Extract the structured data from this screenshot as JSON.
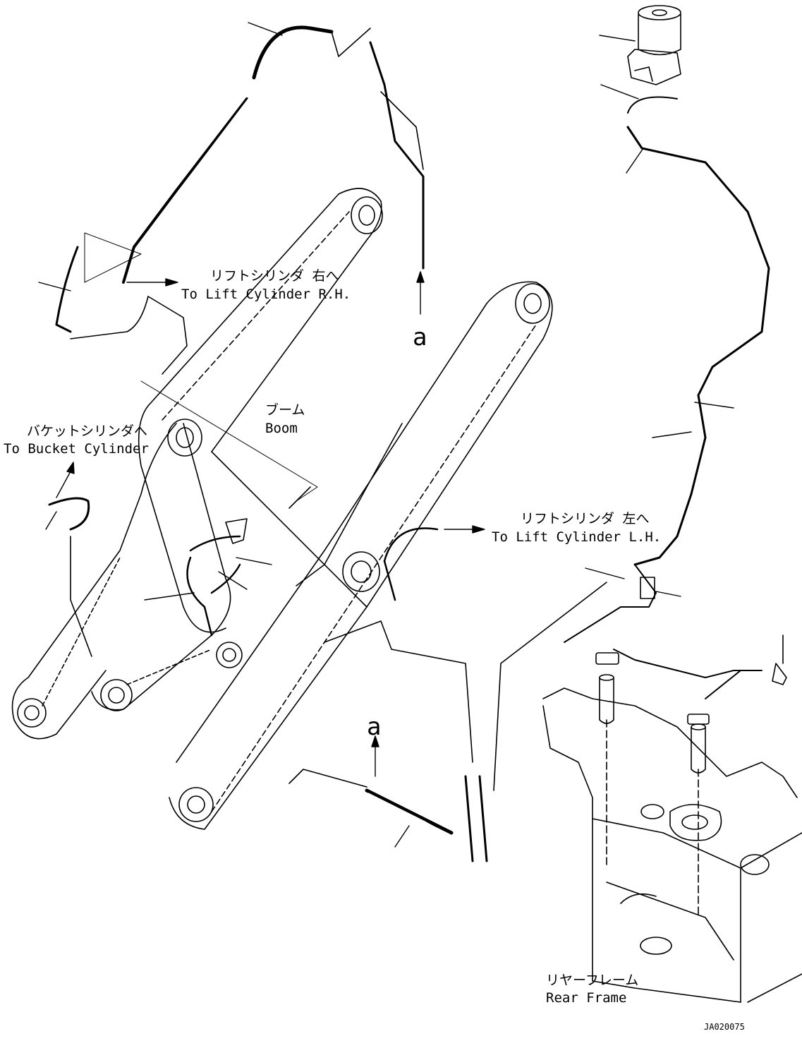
{
  "labels": {
    "lift_rh_jp": "リフトシリンダ 右へ",
    "lift_rh_en": "To Lift Cylinder R.H.",
    "view_a_top": "a",
    "boom_jp": "ブーム",
    "boom_en": "Boom",
    "bucket_jp": "バケットシリンダへ",
    "bucket_en": "To Bucket Cylinder",
    "lift_lh_jp": "リフトシリンダ 左へ",
    "lift_lh_en": "To Lift Cylinder L.H.",
    "view_a_bottom": "a",
    "rear_frame_jp": "リヤーフレーム",
    "rear_frame_en": "Rear Frame",
    "drawing_number": "JA020075"
  },
  "colors": {
    "ink": "#000000",
    "paper": "#ffffff"
  }
}
